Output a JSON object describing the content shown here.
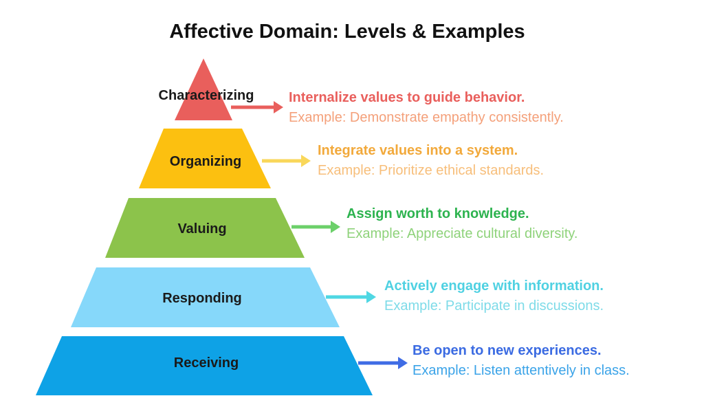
{
  "title": "Affective Domain: Levels & Examples",
  "levels": [
    {
      "name": "Characterizing",
      "description": "Internalize values to guide behavior.",
      "example": "Example: Demonstrate empathy consistently.",
      "color": "#E95F5C",
      "text_color": "#E95F5C",
      "example_color": "#F4A07A",
      "arrow_color": "#E95F5C"
    },
    {
      "name": "Organizing",
      "description": "Integrate values into a system.",
      "example": "Example: Prioritize ethical standards.",
      "color": "#FCC010",
      "text_color": "#F2A93B",
      "example_color": "#F7BE7A",
      "arrow_color": "#F9D75A"
    },
    {
      "name": "Valuing",
      "description": "Assign worth to knowledge.",
      "example": "Example: Appreciate cultural diversity.",
      "color": "#8CC34B",
      "text_color": "#2DB34F",
      "example_color": "#8ED27A",
      "arrow_color": "#6CD06A"
    },
    {
      "name": "Responding",
      "description": "Actively engage with information.",
      "example": "Example: Participate in discussions.",
      "color": "#86D8FA",
      "text_color": "#4FD1E2",
      "example_color": "#7EDBE8",
      "arrow_color": "#4FD7E3"
    },
    {
      "name": "Receiving",
      "description": "Be open to new experiences.",
      "example": "Example: Listen attentively in class.",
      "color": "#0EA2E6",
      "text_color": "#3B6BE2",
      "example_color": "#3AA3E8",
      "arrow_color": "#3F6CE5"
    }
  ]
}
